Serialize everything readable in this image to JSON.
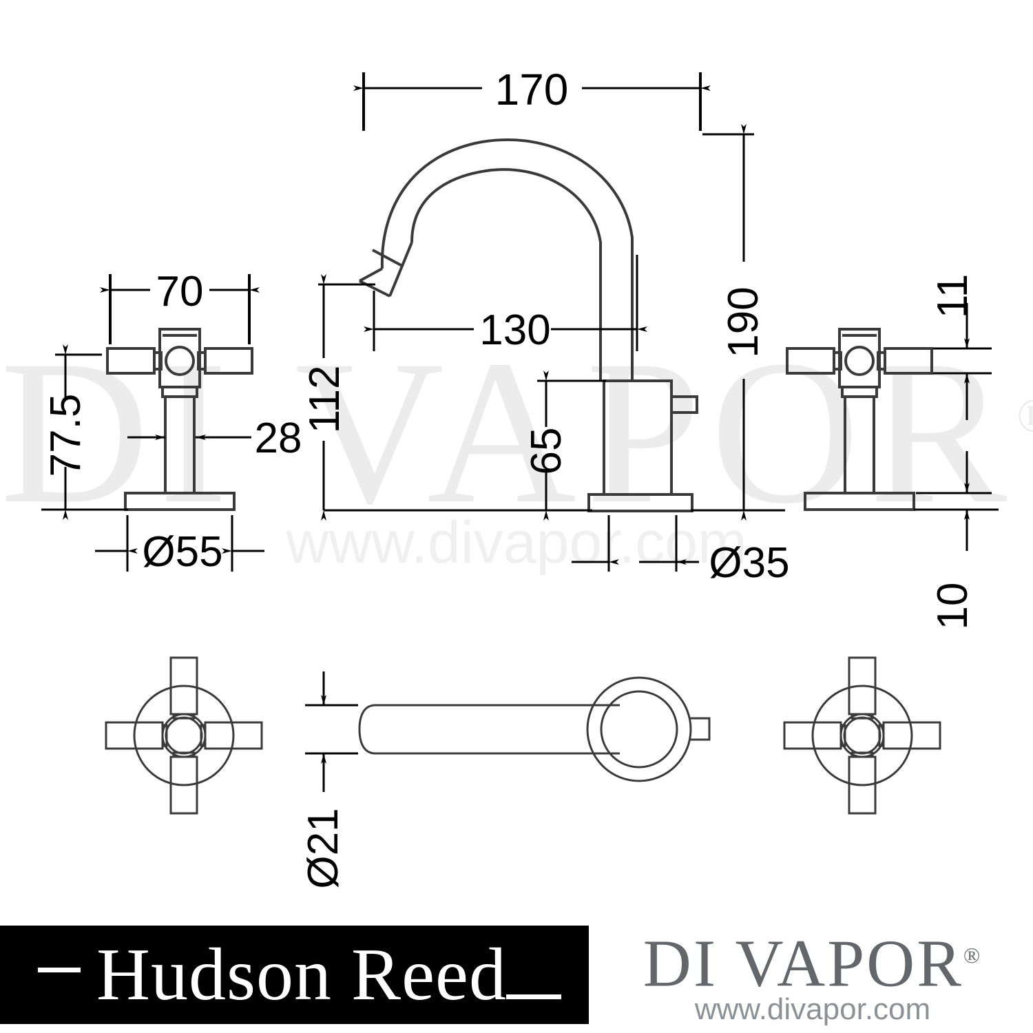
{
  "document": {
    "type": "technical-dimension-drawing",
    "subject": "3 hole basin mixer tap with cross handles",
    "units": "mm"
  },
  "watermark": {
    "brand": "DI VAPOR",
    "registered": "®",
    "url": "www.divapor.com"
  },
  "dimensions": {
    "spout_reach_total": "170",
    "spout_reach_center": "130",
    "spout_height_outlet": "112",
    "overall_height": "190",
    "body_height": "65",
    "handle_width": "70",
    "handle_height": "77.5",
    "stem_width": "28",
    "base_dia_handle": "Ø55",
    "base_dia_spout": "Ø35",
    "tube_dia": "Ø21",
    "handle_arm_thickness": "11",
    "flange_thickness": "10"
  },
  "footer": {
    "manufacturer": "Hudson Reed",
    "retailer": "DI VAPOR",
    "retailer_reg": "®",
    "retailer_url": "www.divapor.com"
  },
  "colors": {
    "line": "#3a3a3a",
    "dim_line": "#000000",
    "watermark": "#ececec",
    "footer_bar": "#000000",
    "retailer_gray": "#63666a",
    "retailer_url_gray": "#8d9094"
  }
}
